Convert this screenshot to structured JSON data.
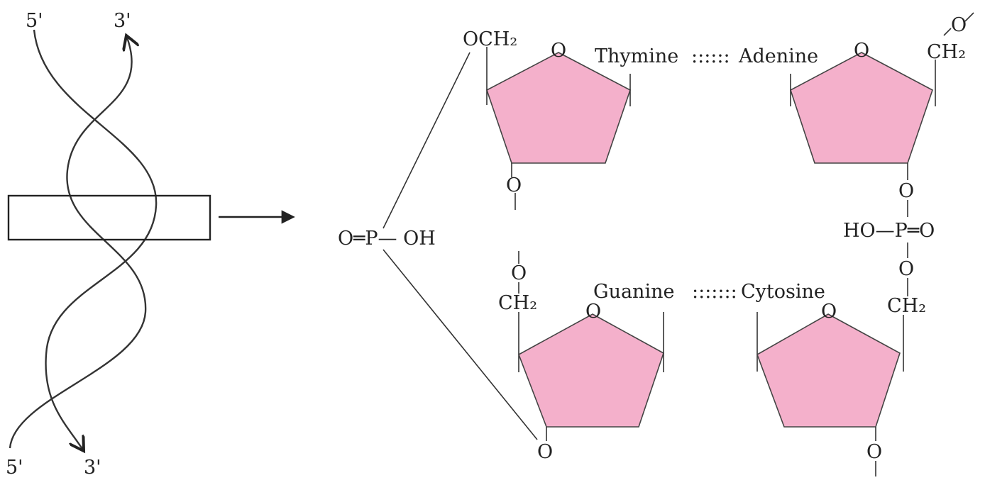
{
  "helix": {
    "top_left_end": "5'",
    "top_right_end": "3'",
    "bottom_left_end": "5'",
    "bottom_right_end": "3'"
  },
  "phosphate_left": {
    "label": "O═P— OH"
  },
  "phosphate_right": {
    "upper_o": "O",
    "label": "HO—P═O",
    "lower_o": "O"
  },
  "top_left_unit": {
    "ring_o": "O",
    "och2": "OCH₂",
    "bottom_o": "O"
  },
  "top_right_unit": {
    "ring_o": "O",
    "top_o": "O",
    "ch2": "CH₂"
  },
  "bottom_left_unit": {
    "ring_o": "O",
    "top_o": "O",
    "ch2": "CH₂",
    "bottom_o": "O"
  },
  "bottom_right_unit": {
    "ring_o": "O",
    "ch2": "CH₂",
    "bottom_o": "O"
  },
  "pairs": {
    "top_left_base": "Thymine",
    "top_bonds": "::::::",
    "top_right_base": "Adenine",
    "bottom_left_base": "Guanine",
    "bottom_bonds": ":::::::",
    "bottom_right_base": "Cytosine"
  },
  "colors": {
    "sugar_fill": "#f4b0cb",
    "line": "#333333"
  }
}
